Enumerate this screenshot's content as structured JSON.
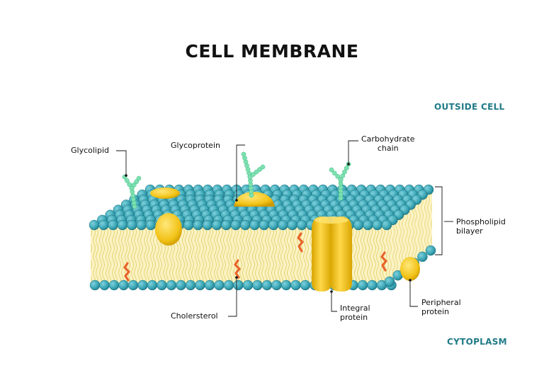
{
  "title": "CELL MEMBRANE",
  "regions": {
    "outside": "OUTSIDE CELL",
    "inside": "CYTOPLASM"
  },
  "labels": {
    "glycolipid": "Glycolipid",
    "glycoprotein": "Glycoprotein",
    "carbohydrate_chain": [
      "Carbohydrate",
      "chain"
    ],
    "phospholipid_bilayer": [
      "Phospholipid",
      "bilayer"
    ],
    "cholesterol": "Cholersterol",
    "integral_protein": [
      "Integral",
      "protein"
    ],
    "peripheral_protein": [
      "Peripheral",
      "protein"
    ]
  },
  "colors": {
    "head": "#3fa9b8",
    "head_dark": "#1f7f8e",
    "tail": "#efe091",
    "tail_bg": "#fbf3c4",
    "protein": "#f2c318",
    "protein_dark": "#c99a00",
    "sugar": "#7ee0b0",
    "cholesterol": "#e8642c",
    "region_text": "#1f7a86"
  }
}
